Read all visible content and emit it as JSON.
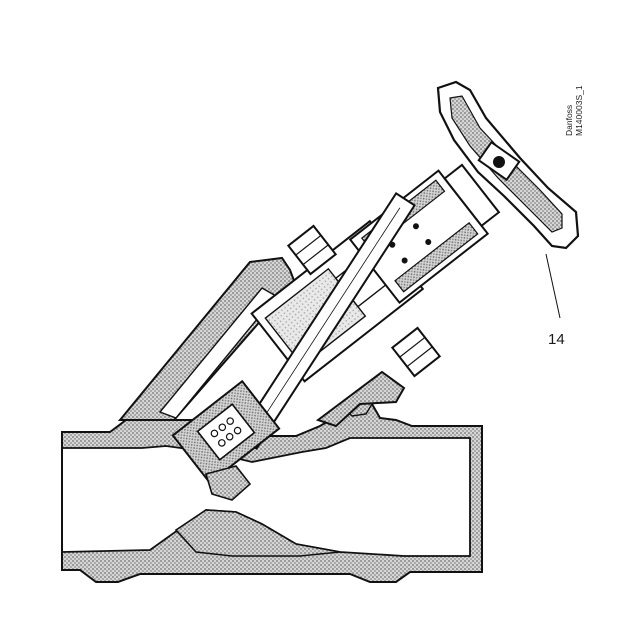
{
  "drawing": {
    "side_code_line1": "Danfoss",
    "side_code_line2": "M140003S_1",
    "callout_number": "14"
  }
}
